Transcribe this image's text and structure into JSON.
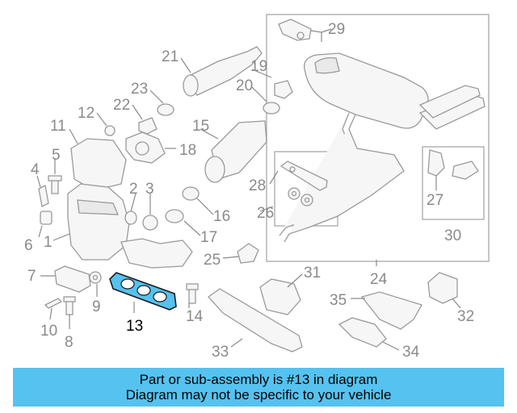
{
  "callouts": {
    "c1": "1",
    "c2": "2",
    "c3": "3",
    "c4": "4",
    "c5": "5",
    "c6": "6",
    "c7": "7",
    "c8": "8",
    "c9": "9",
    "c10": "10",
    "c11": "11",
    "c12": "12",
    "c13": "13",
    "c14": "14",
    "c15": "15",
    "c16": "16",
    "c17": "17",
    "c18": "18",
    "c19": "19",
    "c20": "20",
    "c21": "21",
    "c22": "22",
    "c23": "23",
    "c24": "24",
    "c25": "25",
    "c26": "26",
    "c27": "27",
    "c28": "28",
    "c29": "29",
    "c30": "30",
    "c31": "31",
    "c32": "32",
    "c33": "33",
    "c34": "34",
    "c35": "35"
  },
  "highlight": {
    "part_number": "13",
    "color": "#55c2f0"
  },
  "banner": {
    "line1": "Part or sub-assembly is #13 in diagram",
    "line2": "Diagram may not be specific to your vehicle",
    "background": "#55c2f0"
  }
}
